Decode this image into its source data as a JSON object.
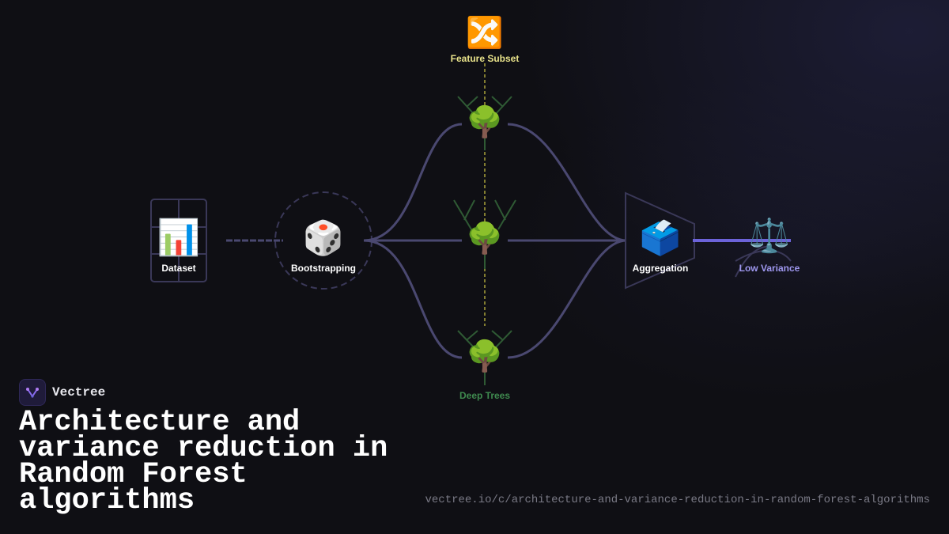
{
  "diagram": {
    "nodes": {
      "dataset": {
        "label": "Dataset",
        "icon": "bar-chart-icon",
        "glyph": "📊"
      },
      "bootstrapping": {
        "label": "Bootstrapping",
        "icon": "dice-icon",
        "glyph": "🎲"
      },
      "feature_subset": {
        "label": "Feature Subset",
        "icon": "shuffle-icon",
        "glyph": "🔀"
      },
      "tree_top": {
        "icon": "tree-icon",
        "glyph": "🌳"
      },
      "tree_mid": {
        "icon": "tree-icon",
        "glyph": "🌳"
      },
      "tree_bottom": {
        "icon": "tree-icon",
        "glyph": "🌳"
      },
      "deep_trees": {
        "label": "Deep Trees"
      },
      "aggregation": {
        "label": "Aggregation",
        "icon": "ballot-box-icon",
        "glyph": "🗳️"
      },
      "low_variance": {
        "label": "Low Variance",
        "icon": "scales-icon",
        "glyph": "⚖️"
      }
    },
    "colors": {
      "line": "#4a4870",
      "accent": "#6c63d9",
      "feature_label": "#e8e28a",
      "deep_trees_label": "#3f8a4f",
      "low_variance_label": "#9f98f0",
      "dashed_feature": "#a8a23a",
      "branch": "#2f5a34"
    }
  },
  "brand": {
    "name": "Vectree",
    "logo_icon": "vectree-logo-icon"
  },
  "title": "Architecture and variance reduction in Random Forest algorithms",
  "url": "vectree.io/c/architecture-and-variance-reduction-in-random-forest-algorithms"
}
